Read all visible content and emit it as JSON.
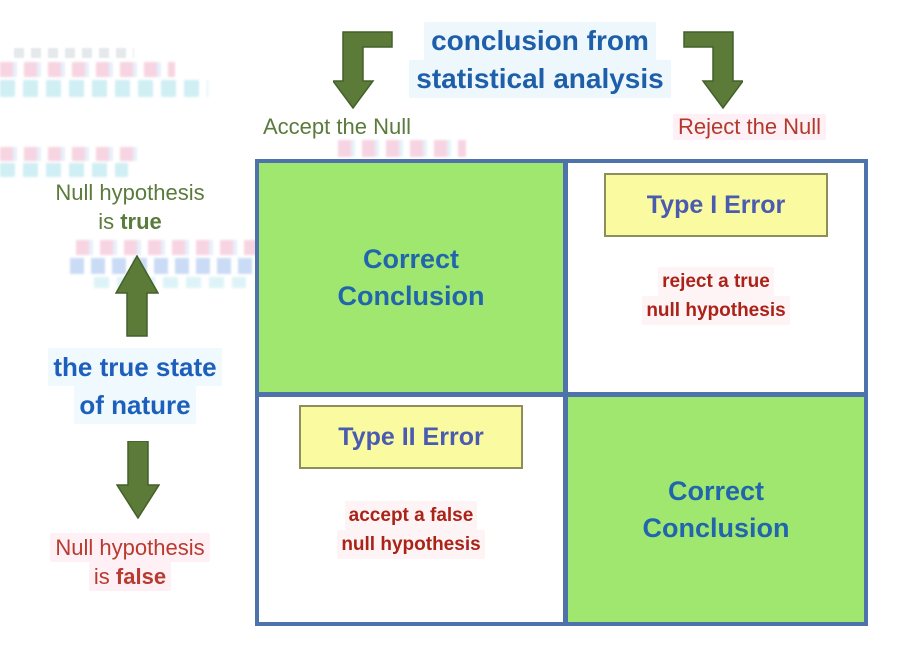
{
  "title": {
    "line1": "conclusion from",
    "line2": "statistical analysis"
  },
  "branches": {
    "accept_label": "Accept the Null",
    "reject_label": "Reject the Null"
  },
  "axis": {
    "true_state": {
      "line1": "Null hypothesis",
      "is_word": "is ",
      "bold_word": "true"
    },
    "axis_title_line1": "the true state",
    "axis_title_line2": "of nature",
    "false_state": {
      "line1": "Null hypothesis",
      "is_word": "is ",
      "bold_word": "false"
    }
  },
  "matrix": {
    "top_left": {
      "line1": "Correct",
      "line2": "Conclusion"
    },
    "top_right": {
      "error_label": "Type I Error",
      "desc1": "reject a true",
      "desc2": "null hypothesis"
    },
    "bottom_left": {
      "error_label": "Type II Error",
      "desc1": "accept a false",
      "desc2": "null hypothesis"
    },
    "bottom_right": {
      "line1": "Correct",
      "line2": "Conclusion"
    }
  },
  "icons": {
    "top_left_arrow": "elbow-arrow-down-left",
    "top_right_arrow": "elbow-arrow-down-right",
    "axis_up_arrow": "arrow-up",
    "axis_down_arrow": "arrow-down"
  },
  "colors": {
    "title_blue": "#1E5FA9",
    "cell_text_blue": "#2166AD",
    "axis_blue": "#1D60BC",
    "olive_green_text": "#5B7B3C",
    "arrow_green": "#5C7B38",
    "red_text": "#B93A2E",
    "dark_red_text": "#AB2318",
    "error_label_blue": "#4A5BB0",
    "green_cell": "#A0E76F",
    "yellow_box": "#FAFBA1",
    "grid_border": "#4E73AB"
  }
}
